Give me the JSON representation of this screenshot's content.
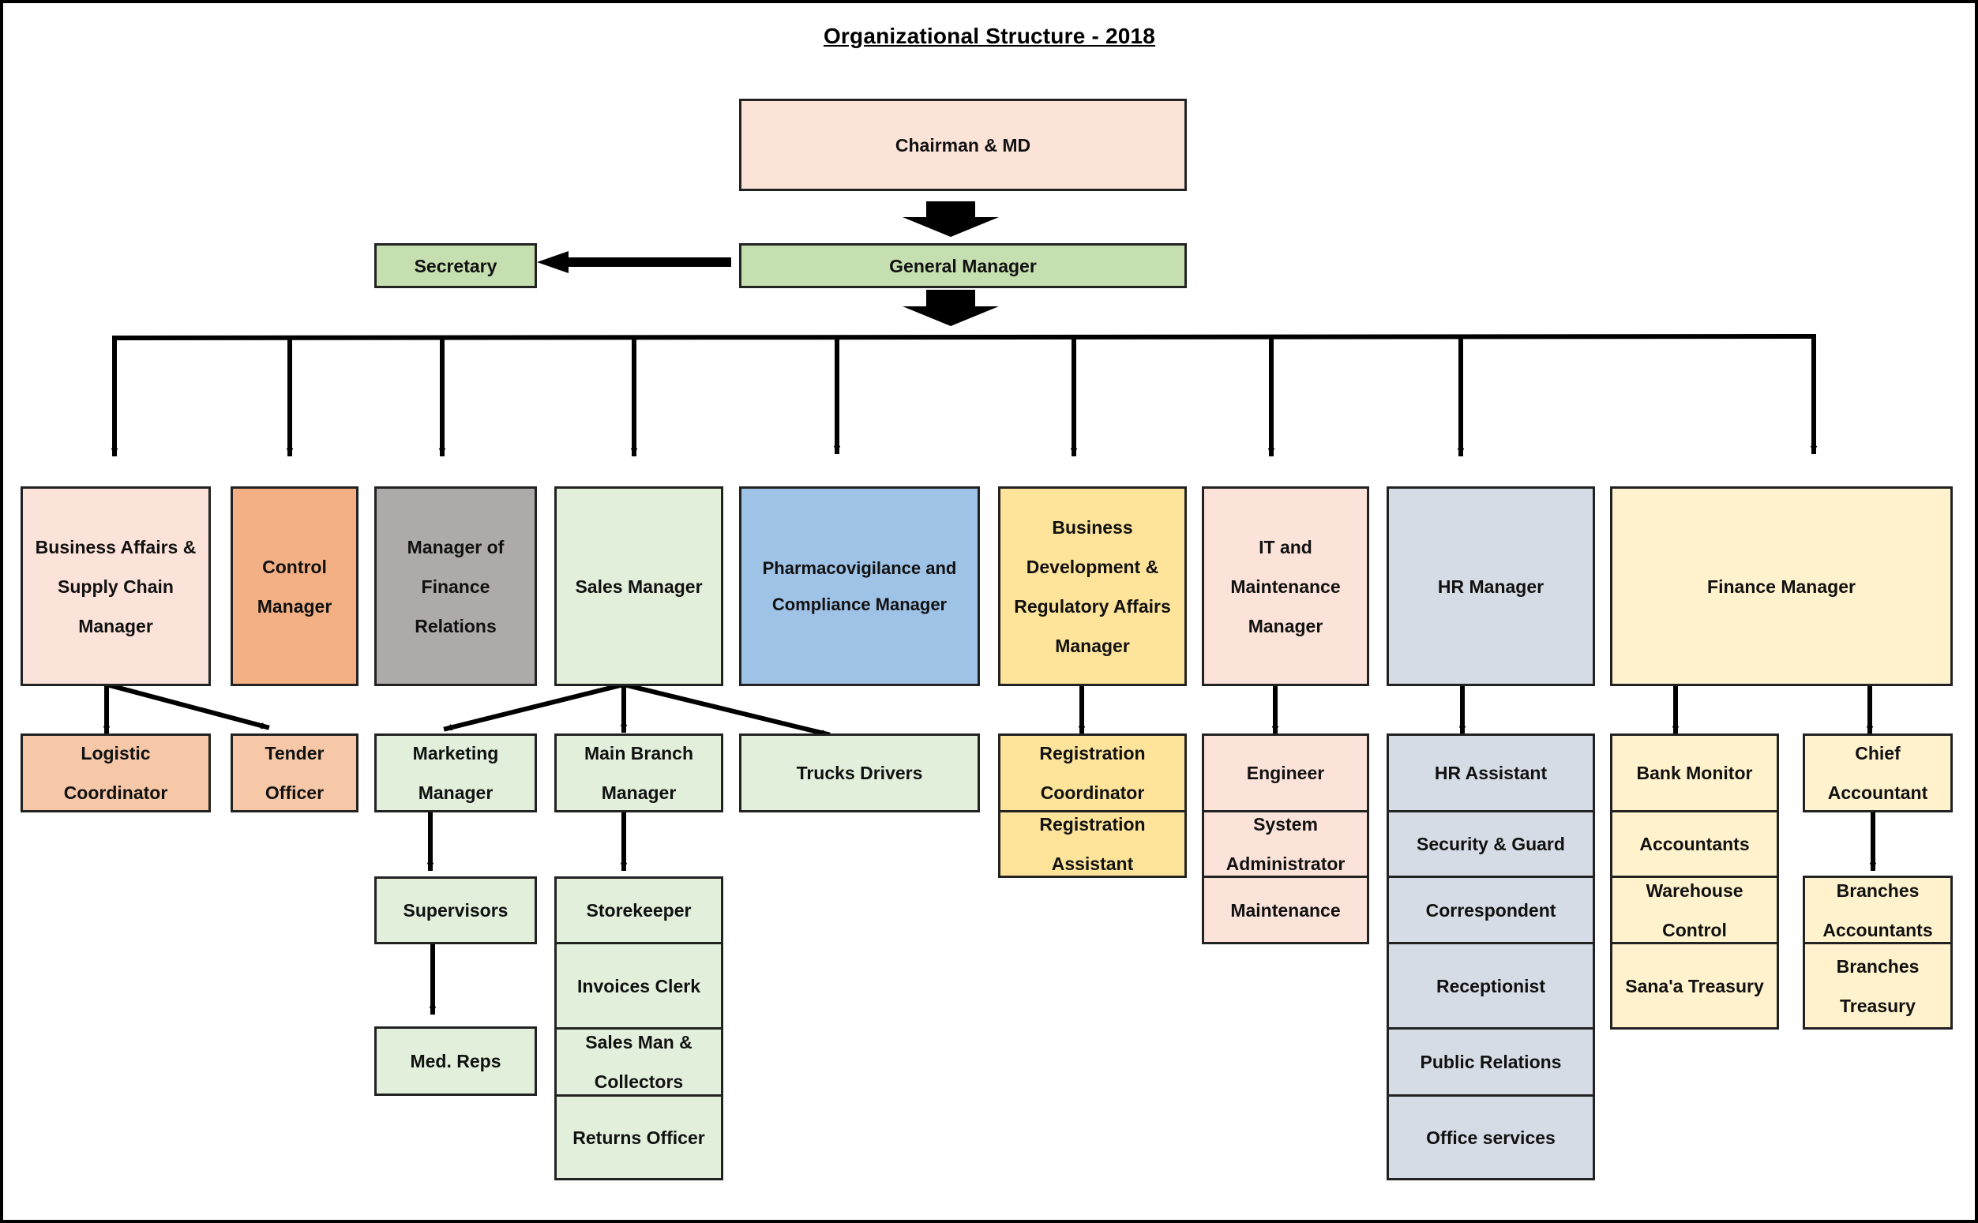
{
  "title": "Organizational Structure - 2018",
  "colors": {
    "chairman": "#fce3d8",
    "general_manager": "#c6dfb0",
    "business_affairs": "#fbe3d9",
    "control": "#f3b085",
    "finance_relations": "#aeaaaa",
    "sales": "#e1efdb",
    "pharmacovigilance": "#9fc2e7",
    "business_development": "#fde49a",
    "it": "#fbe3d9",
    "hr": "#d6dce5",
    "finance": "#fff2cc"
  },
  "top": {
    "chairman": "Chairman & MD",
    "general_manager": "General Manager",
    "secretary": "Secretary"
  },
  "managers": {
    "business_affairs": "Business Affairs &\nSupply Chain\nManager",
    "control": "Control\nManager",
    "finance_relations": "Manager of\nFinance\nRelations",
    "sales": "Sales Manager",
    "pharmacovigilance": "Pharmacovigilance and\nCompliance Manager",
    "business_development": "Business\nDevelopment &\nRegulatory Affairs\nManager",
    "it": "IT and\nMaintenance\nManager",
    "hr": "HR Manager",
    "finance": "Finance Manager"
  },
  "business_affairs_staff": {
    "logistic": "Logistic\nCoordinator",
    "tender": "Tender\nOfficer"
  },
  "sales_staff": {
    "marketing": "Marketing\nManager",
    "supervisors": "Supervisors",
    "med_reps": "Med. Reps",
    "main_branch": "Main Branch\nManager",
    "trucks": "Trucks Drivers",
    "branch_roles": [
      "Storekeeper",
      "Invoices Clerk",
      "Sales Man &\nCollectors",
      "Returns Officer"
    ]
  },
  "business_development_staff": [
    "Registration\nCoordinator",
    "Registration\nAssistant"
  ],
  "it_staff": [
    "Engineer",
    "System\nAdministrator",
    "Maintenance"
  ],
  "hr_staff": [
    "HR Assistant",
    "Security & Guard",
    "Correspondent",
    "Receptionist",
    "Public Relations",
    "Office services"
  ],
  "finance_staff": {
    "left": [
      "Bank Monitor",
      "Accountants",
      "Warehouse\nControl",
      "Sana'a Treasury"
    ],
    "chief": "Chief\nAccountant",
    "branches": [
      "Branches\nAccountants",
      "Branches\nTreasury"
    ]
  }
}
